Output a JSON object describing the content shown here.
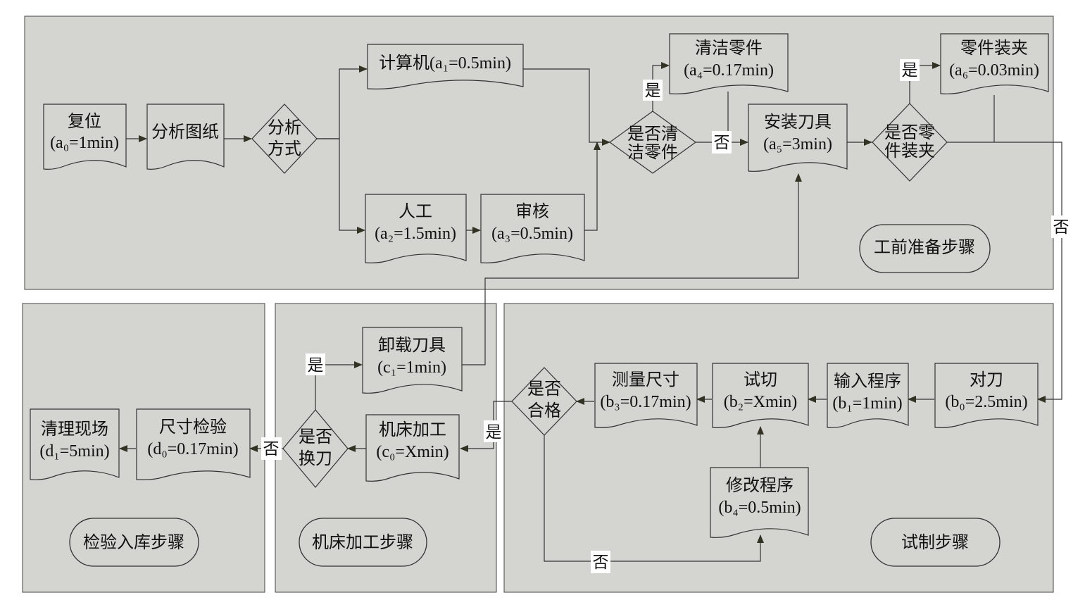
{
  "colors": {
    "panel_fill": "#d4d4d0",
    "shape_fill": "#d4d4d0",
    "line": "#333333",
    "arrow": "#333325",
    "label_bg": "#ffffff"
  },
  "panels": {
    "prep": {
      "label": "工前准备步骤"
    },
    "trial": {
      "label": "试制步骤"
    },
    "machining": {
      "label": "机床加工步骤"
    },
    "inspect": {
      "label": "检验入库步骤"
    }
  },
  "nodes": {
    "reset": {
      "line1": "复位",
      "line2": "(a₀=1min)"
    },
    "analyze_drawing": {
      "line1": "分析图纸"
    },
    "analysis_method": {
      "line1": "分析",
      "line2": "方式"
    },
    "computer": {
      "line1": "计算机(a₁=0.5min)"
    },
    "manual": {
      "line1": "人工",
      "line2": "(a₂=1.5min)"
    },
    "review": {
      "line1": "审核",
      "line2": "(a₃=0.5min)"
    },
    "clean_decision": {
      "line1": "是否清",
      "line2": "洁零件"
    },
    "clean_parts": {
      "line1": "清洁零件",
      "line2": "(a₄=0.17min)"
    },
    "install_tool": {
      "line1": "安装刀具",
      "line2": "(a₅=3min)"
    },
    "clamp_decision": {
      "line1": "是否零",
      "line2": "件装夹"
    },
    "clamp_parts": {
      "line1": "零件装夹",
      "line2": "(a₆=0.03min)"
    },
    "tool_setting": {
      "line1": "对刀",
      "line2": "(b₀=2.5min)"
    },
    "input_program": {
      "line1": "输入程序",
      "line2": "(b₁=1min)"
    },
    "trial_cut": {
      "line1": "试切",
      "line2": "(b₂=Xmin)"
    },
    "measure_size": {
      "line1": "测量尺寸",
      "line2": "(b₃=0.17min)"
    },
    "qualified_decision": {
      "line1": "是否",
      "line2": "合格"
    },
    "modify_program": {
      "line1": "修改程序",
      "line2": "(b₄=0.5min)"
    },
    "machine_process": {
      "line1": "机床加工",
      "line2": "(c₀=Xmin)"
    },
    "change_tool_decision": {
      "line1": "是否",
      "line2": "换刀"
    },
    "unload_tool": {
      "line1": "卸载刀具",
      "line2": "(c₁=1min)"
    },
    "size_inspect": {
      "line1": "尺寸检验",
      "line2": "(d₀=0.17min)"
    },
    "cleanup": {
      "line1": "清理现场",
      "line2": "(d₁=5min)"
    }
  },
  "edge_labels": {
    "clean_yes": "是",
    "clean_no": "否",
    "clamp_yes": "是",
    "clamp_no": "否",
    "qualified_yes": "是",
    "qualified_no": "否",
    "change_yes": "是",
    "change_no": "否"
  }
}
